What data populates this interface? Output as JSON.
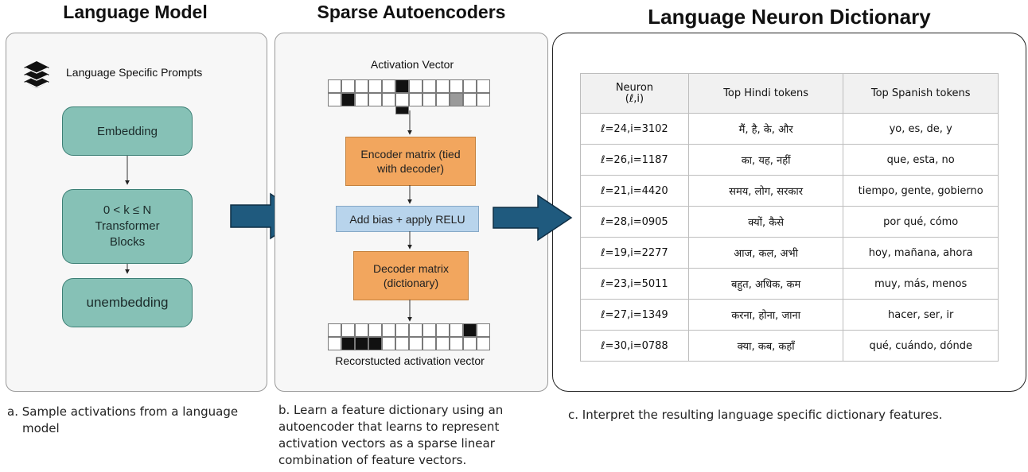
{
  "headings": {
    "language_model": "Language Model",
    "sparse_autoencoders": "Sparse Autoencoders",
    "neuron_dictionary": "Language Neuron Dictionary"
  },
  "panel_a": {
    "prompts_icon": "stacked-books-icon",
    "prompts_label": "Language Specific Prompts",
    "embedding": "Embedding",
    "transformer_line1": "0 < k ≤ N",
    "transformer_line2": "Transformer",
    "transformer_line3": "Blocks",
    "unembedding": "unembedding"
  },
  "panel_b": {
    "activation_title": "Activation Vector",
    "activation_cells": 12,
    "activation_on": [
      1,
      5,
      5
    ],
    "encoder_line1": "Encoder matrix (tied",
    "encoder_line2": "with decoder)",
    "bias_relu": "Add bias + apply RELU",
    "decoder_line1": "Decoder matrix",
    "decoder_line2": "(dictionary)",
    "reconstructed_title": "Recorstucted activation vector"
  },
  "table": {
    "headers": [
      "Neuron (ℓ,i)",
      "Top Hindi tokens",
      "Top Spanish tokens"
    ],
    "header_neuron_line1": "Neuron",
    "header_neuron_line2": "(ℓ,i)",
    "rows": [
      [
        "ℓ=24,i=3102",
        "मैं, है, के, और",
        "yo, es, de, y"
      ],
      [
        "ℓ=26,i=1187",
        "का, यह, नहीं",
        "que, esta, no"
      ],
      [
        "ℓ=21,i=4420",
        "समय, लोग, सरकार",
        "tiempo, gente, gobierno"
      ],
      [
        "ℓ=28,i=0905",
        "क्यों, कैसे",
        "por qué, cómo"
      ],
      [
        "ℓ=19,i=2277",
        "आज, कल, अभी",
        "hoy, mañana, ahora"
      ],
      [
        "ℓ=23,i=5011",
        "बहुत, अधिक, कम",
        "muy, más, menos"
      ],
      [
        "ℓ=27,i=1349",
        "करना, होना, जाना",
        "hacer, ser, ir"
      ],
      [
        "ℓ=30,i=0788",
        "क्या, कब, कहाँ",
        "qué, cuándo, dónde"
      ]
    ]
  },
  "captions": {
    "a_line1": "a. Sample activations from a language",
    "a_line2": "model",
    "b_line1": "b. Learn a feature dictionary using an",
    "b_line2": "autoencoder that learns to represent",
    "b_line3": "activation vectors as a sparse linear",
    "b_line4": "combination of feature vectors.",
    "c": "c. Interpret the resulting language specific dictionary features."
  },
  "colors": {
    "teal_node": "#86c1b6",
    "orange_node": "#f2a65e",
    "blue_node": "#b8d4ec",
    "big_arrow": "#1f5a7e"
  }
}
